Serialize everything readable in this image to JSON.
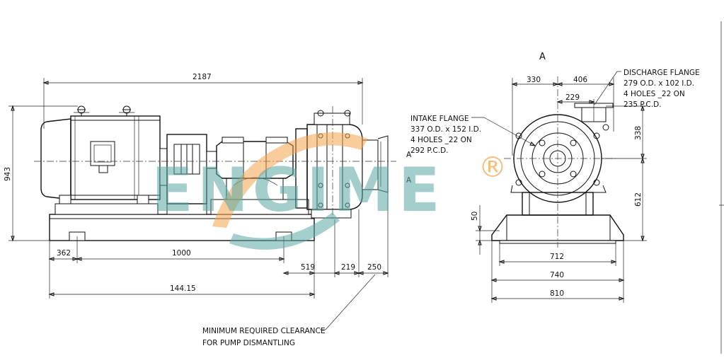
{
  "view_label": "A",
  "section_marks": [
    "A",
    "A"
  ],
  "watermark": {
    "text": "ENGIME",
    "registered_symbol": "®",
    "color_teal": "#5aa7a4",
    "color_orange": "#f2a24a"
  },
  "side_view": {
    "dims": {
      "overall_length": "2187",
      "overall_height": "943",
      "base_offset": "362",
      "base_span": "1000",
      "base_total": "144.15",
      "pump_offset": "519",
      "pump_width": "219",
      "clearance": "250"
    },
    "clearance_note": {
      "line1": "MINIMUM REQUIRED CLEARANCE",
      "line2": "FOR PUMP DISMANTLING"
    }
  },
  "end_view": {
    "dims": {
      "left_half": "330",
      "right_half": "406",
      "discharge_offset": "229",
      "discharge_height": "338",
      "shaft_height": "612",
      "foot_height": "50",
      "base_inner": "712",
      "base_mid": "740",
      "base_outer": "810"
    },
    "intake_flange": {
      "title": "INTAKE FLANGE",
      "line1": "337 O.D. x 152 I.D.",
      "line2": "4 HOLES _22 ON",
      "line3": "292 P.C.D."
    },
    "discharge_flange": {
      "title": "DISCHARGE FLANGE",
      "line1": "279 O.D. x 102 I.D.",
      "line2": "4 HOLES _22 ON",
      "line3": "235 P.C.D."
    }
  }
}
